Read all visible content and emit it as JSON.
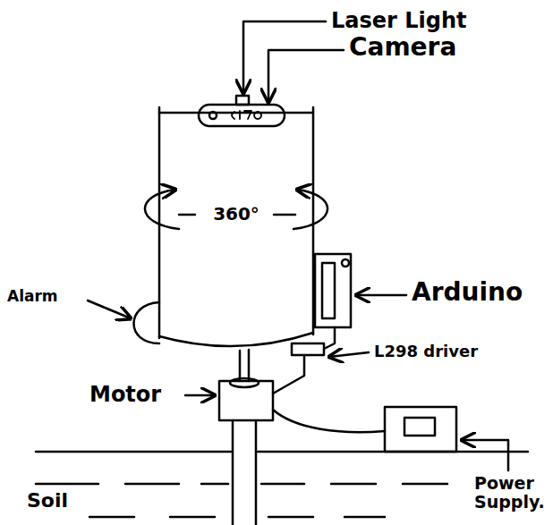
{
  "diagram": {
    "labels": [
      "Laser Light",
      "Camera",
      "360°",
      "Alarm",
      "Arduino",
      "L298 driver",
      "Motor",
      "Power Supply.",
      "Soil"
    ]
  }
}
